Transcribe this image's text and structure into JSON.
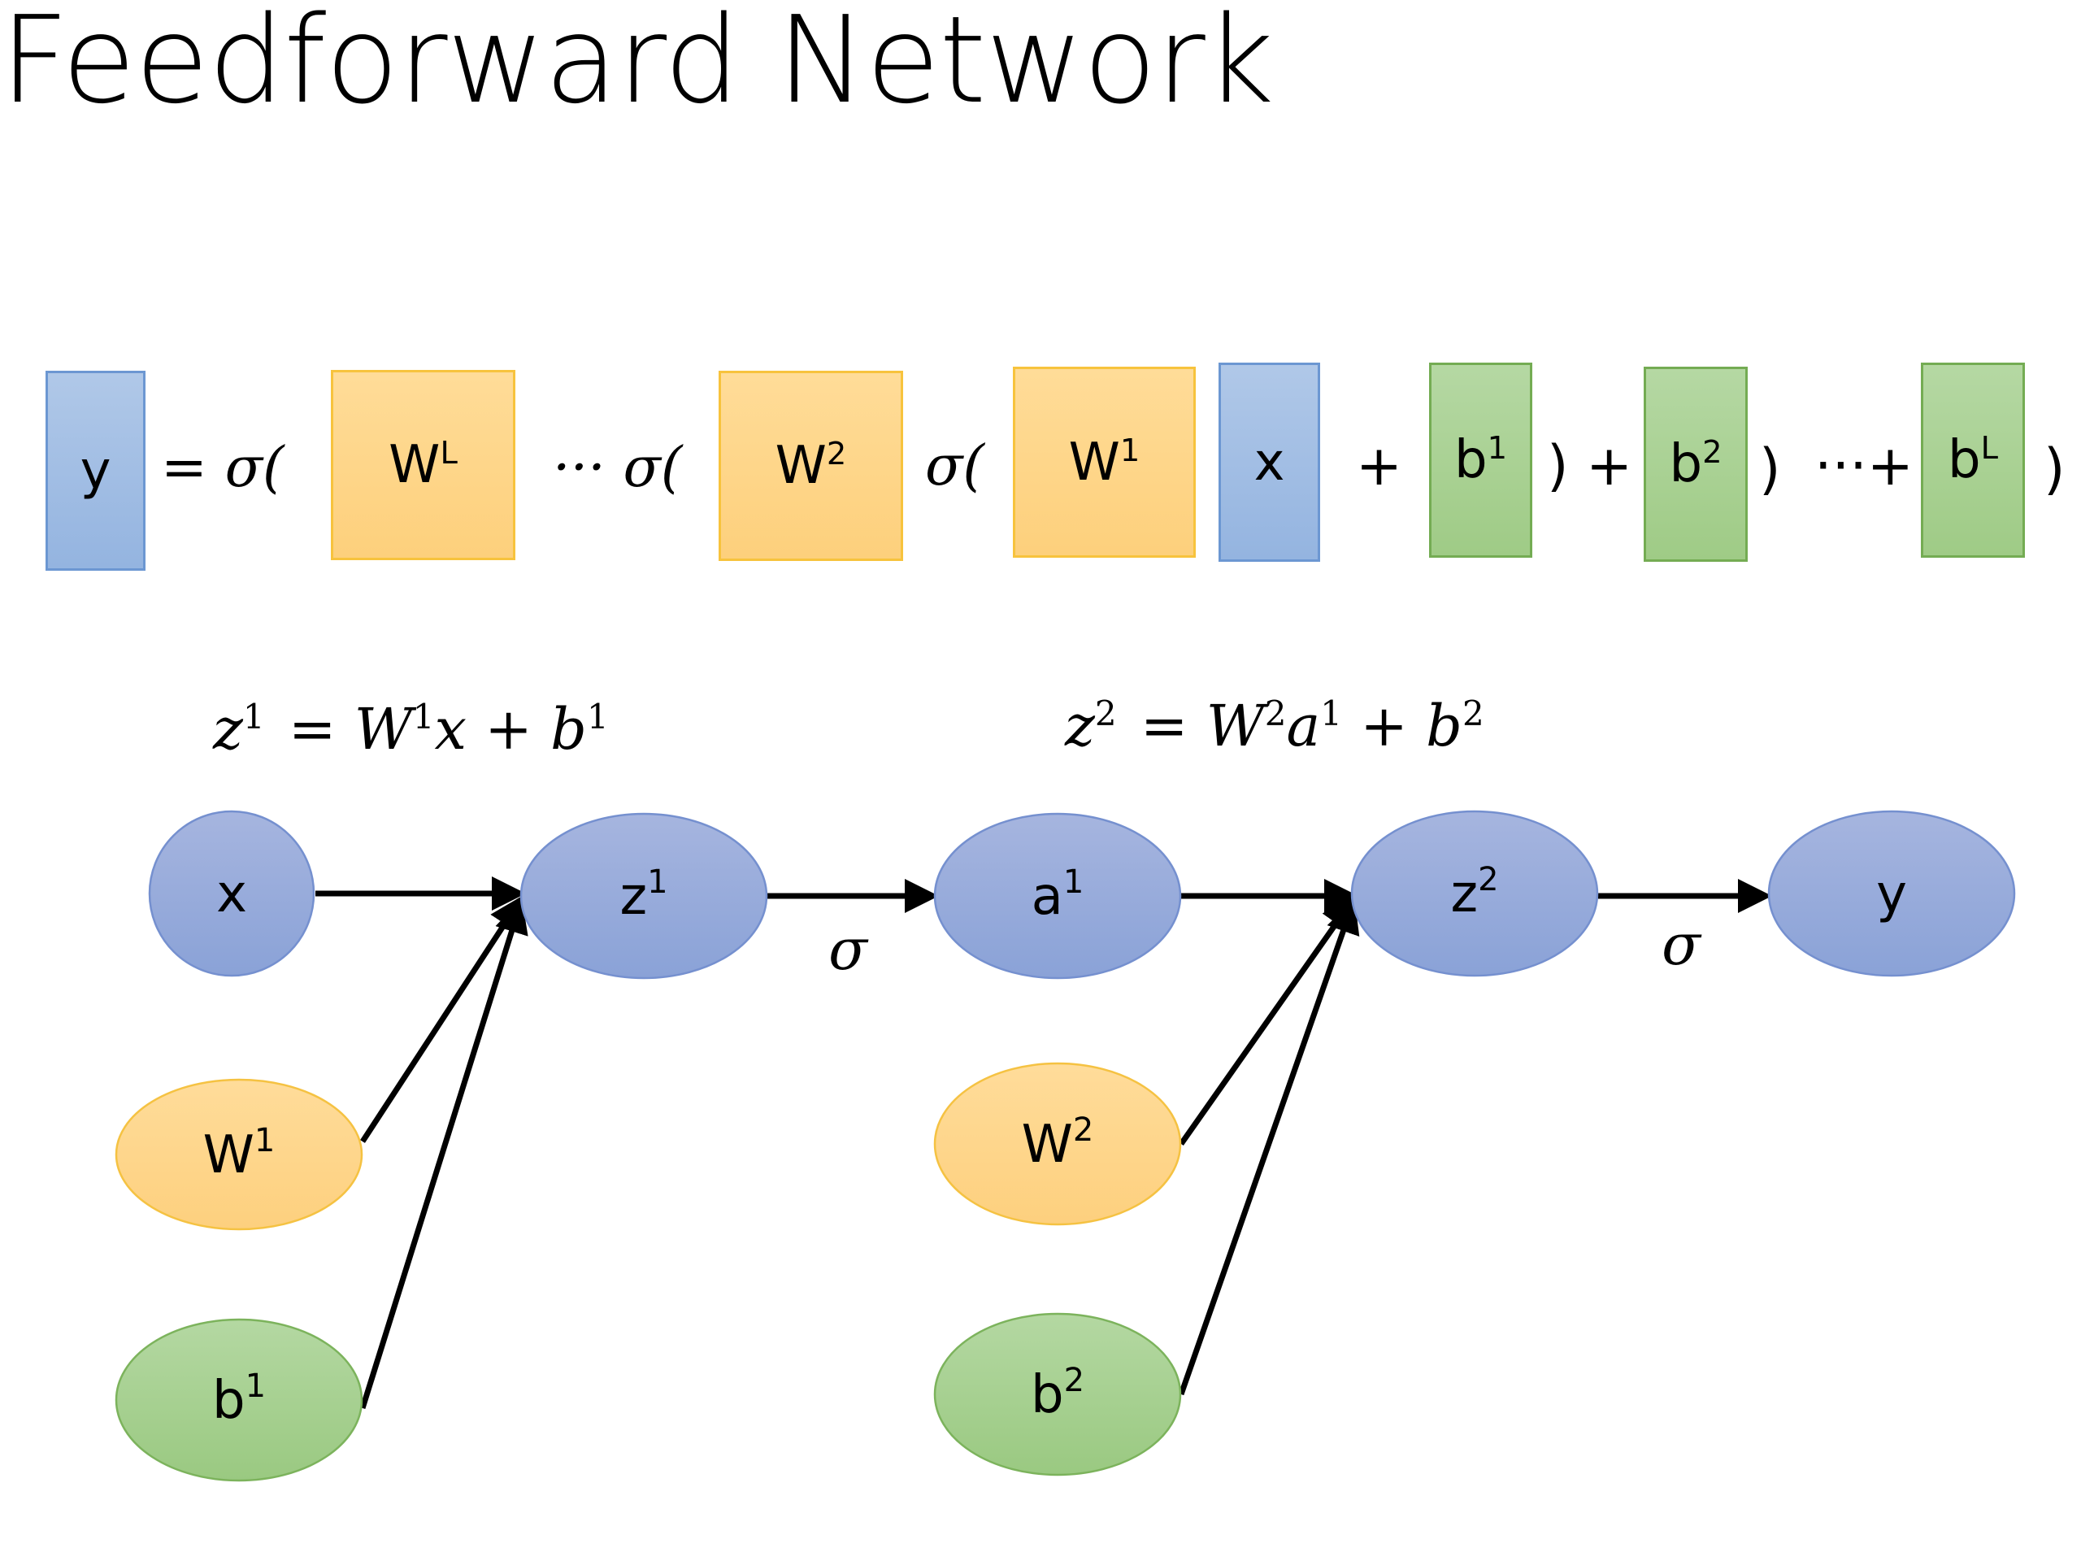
{
  "title": "Feedforward Network",
  "formula": {
    "y": {
      "base": "y",
      "sup": ""
    },
    "equals_sigma": "= σ(",
    "WL": {
      "base": "W",
      "sup": "L"
    },
    "ellipsis_sigma": "··· σ(",
    "W2": {
      "base": "W",
      "sup": "2"
    },
    "sigma_open": "σ(",
    "W1": {
      "base": "W",
      "sup": "1"
    },
    "x": {
      "base": "x",
      "sup": ""
    },
    "plus": "+",
    "b1": {
      "base": "b",
      "sup": "1"
    },
    "close_plus": ") +",
    "b2": {
      "base": "b",
      "sup": "2"
    },
    "close": ")",
    "ellipsis_plus": "···+",
    "bL": {
      "base": "b",
      "sup": "L"
    },
    "close_final": ")"
  },
  "equations": {
    "eq1": {
      "z": "z",
      "z_sup": "1",
      "eq": "=",
      "W": "W",
      "W_sup": "1",
      "x": "x",
      "plus": "+",
      "b": "b",
      "b_sup": "1"
    },
    "eq2": {
      "z": "z",
      "z_sup": "2",
      "eq": "=",
      "W": "W",
      "W_sup": "2",
      "a": "a",
      "a_sup": "1",
      "plus": "+",
      "b": "b",
      "b_sup": "2"
    }
  },
  "graph": {
    "colors": {
      "blue_fill": "#9baedc",
      "blue_stroke": "#7590cf",
      "orange_fill": "#fed68a",
      "orange_stroke": "#f5c242",
      "green_fill": "#a7d08f",
      "green_stroke": "#7cb35c",
      "arrow": "#000000"
    },
    "nodes": [
      {
        "id": "x",
        "base": "x",
        "sup": "",
        "color": "blue"
      },
      {
        "id": "z1",
        "base": "z",
        "sup": "1",
        "color": "blue"
      },
      {
        "id": "a1",
        "base": "a",
        "sup": "1",
        "color": "blue"
      },
      {
        "id": "z2",
        "base": "z",
        "sup": "2",
        "color": "blue"
      },
      {
        "id": "y",
        "base": "y",
        "sup": "",
        "color": "blue"
      },
      {
        "id": "W1",
        "base": "W",
        "sup": "1",
        "color": "orange"
      },
      {
        "id": "b1",
        "base": "b",
        "sup": "1",
        "color": "green"
      },
      {
        "id": "W2",
        "base": "W",
        "sup": "2",
        "color": "orange"
      },
      {
        "id": "b2",
        "base": "b",
        "sup": "2",
        "color": "green"
      }
    ],
    "edges": [
      {
        "from": "x",
        "to": "z1",
        "label": ""
      },
      {
        "from": "W1",
        "to": "z1",
        "label": ""
      },
      {
        "from": "b1",
        "to": "z1",
        "label": ""
      },
      {
        "from": "z1",
        "to": "a1",
        "label": "σ"
      },
      {
        "from": "a1",
        "to": "z2",
        "label": ""
      },
      {
        "from": "W2",
        "to": "z2",
        "label": ""
      },
      {
        "from": "b2",
        "to": "z2",
        "label": ""
      },
      {
        "from": "z2",
        "to": "y",
        "label": "σ"
      }
    ]
  }
}
